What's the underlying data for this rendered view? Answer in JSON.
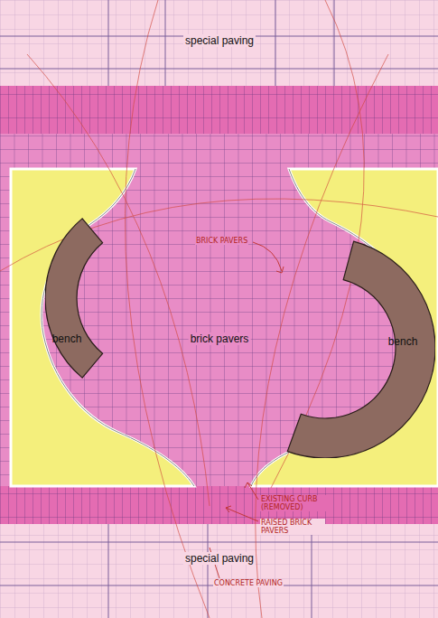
{
  "diagram": {
    "nodes": [
      {
        "text": [
          "special paving"
        ]
      },
      {
        "text": [
          "bench"
        ]
      },
      {
        "text": [
          "brick pavers"
        ]
      },
      {
        "text": [
          "bench"
        ]
      },
      {
        "text": [
          "special paving"
        ]
      }
    ],
    "labels": [
      "BRICK PAVERS",
      "EXISTING CURB (REMOVED)",
      "RAISED BRICK PAVERS",
      "CONCRETE PAVING"
    ]
  }
}
